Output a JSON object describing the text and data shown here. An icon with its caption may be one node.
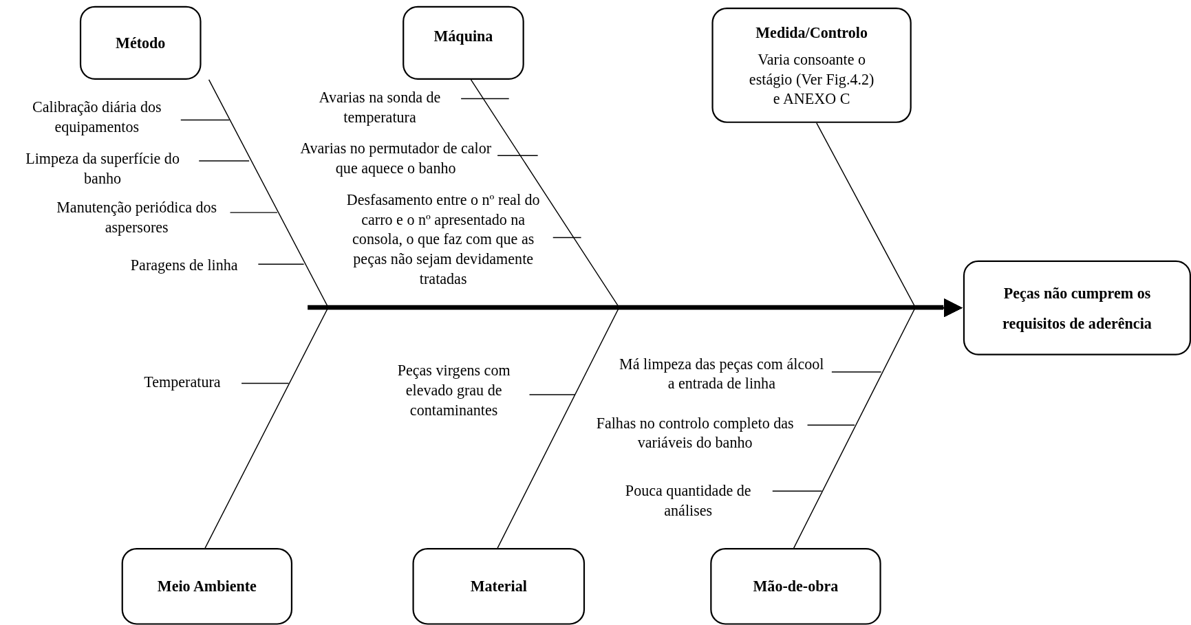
{
  "diagram": {
    "nodes": [
      {
        "text": [
          "Método"
        ]
      },
      {
        "text": [
          "Máquina"
        ]
      },
      {
        "text": [
          "Medida/Controlo",
          "Varia consoante o estágio (Ver Fig.4.2) e ANEXO C"
        ]
      },
      {
        "text": [
          "Peças não cumprem os requisitos de aderência"
        ]
      },
      {
        "text": [
          "Meio Ambiente"
        ]
      },
      {
        "text": [
          "Material"
        ]
      },
      {
        "text": [
          "Mão-de-obra"
        ]
      },
      {
        "text": [
          "Calibração diária dos equipamentos"
        ]
      },
      {
        "text": [
          "Limpeza da superfície do banho"
        ]
      },
      {
        "text": [
          "Manutenção periódica dos aspersores"
        ]
      },
      {
        "text": [
          "Paragens de linha"
        ]
      },
      {
        "text": [
          "Avarias na sonda de temperatura"
        ]
      },
      {
        "text": [
          "Avarias no permutador de calor que aquece o banho"
        ]
      },
      {
        "text": [
          "Desfasamento entre o nº real do carro e o nº apresentado na consola, o que faz com que as peças não sejam devidamente tratadas"
        ]
      },
      {
        "text": [
          "Temperatura"
        ]
      },
      {
        "text": [
          "Peças virgens com elevado grau de contaminantes"
        ]
      },
      {
        "text": [
          "Má limpeza das peças com álcool a entrada de linha"
        ]
      },
      {
        "text": [
          "Falhas no controlo completo das variáveis do banho"
        ]
      },
      {
        "text": [
          "Pouca quantidade de análises"
        ]
      }
    ],
    "edges": [
      {
        "from": 0,
        "to": 3,
        "arrow": "to"
      },
      {
        "from": 1,
        "to": 3,
        "arrow": "to"
      },
      {
        "from": 2,
        "to": 3,
        "arrow": "to"
      },
      {
        "from": 4,
        "to": 3,
        "arrow": "to"
      },
      {
        "from": 5,
        "to": 3,
        "arrow": "to"
      },
      {
        "from": 6,
        "to": 3,
        "arrow": "to"
      },
      {
        "from": 7,
        "to": null,
        "arrow": "none"
      },
      {
        "from": 8,
        "to": null,
        "arrow": "none"
      },
      {
        "from": 9,
        "to": null,
        "arrow": "none"
      },
      {
        "from": 10,
        "to": null,
        "arrow": "none"
      },
      {
        "from": 11,
        "to": null,
        "arrow": "none"
      },
      {
        "from": 12,
        "to": null,
        "arrow": "none"
      },
      {
        "from": 13,
        "to": null,
        "arrow": "none"
      },
      {
        "from": 14,
        "to": null,
        "arrow": "none"
      },
      {
        "from": 15,
        "to": null,
        "arrow": "none"
      },
      {
        "from": 16,
        "to": null,
        "arrow": "none"
      },
      {
        "from": 17,
        "to": null,
        "arrow": "none"
      },
      {
        "from": 18,
        "to": null,
        "arrow": "none"
      }
    ]
  }
}
